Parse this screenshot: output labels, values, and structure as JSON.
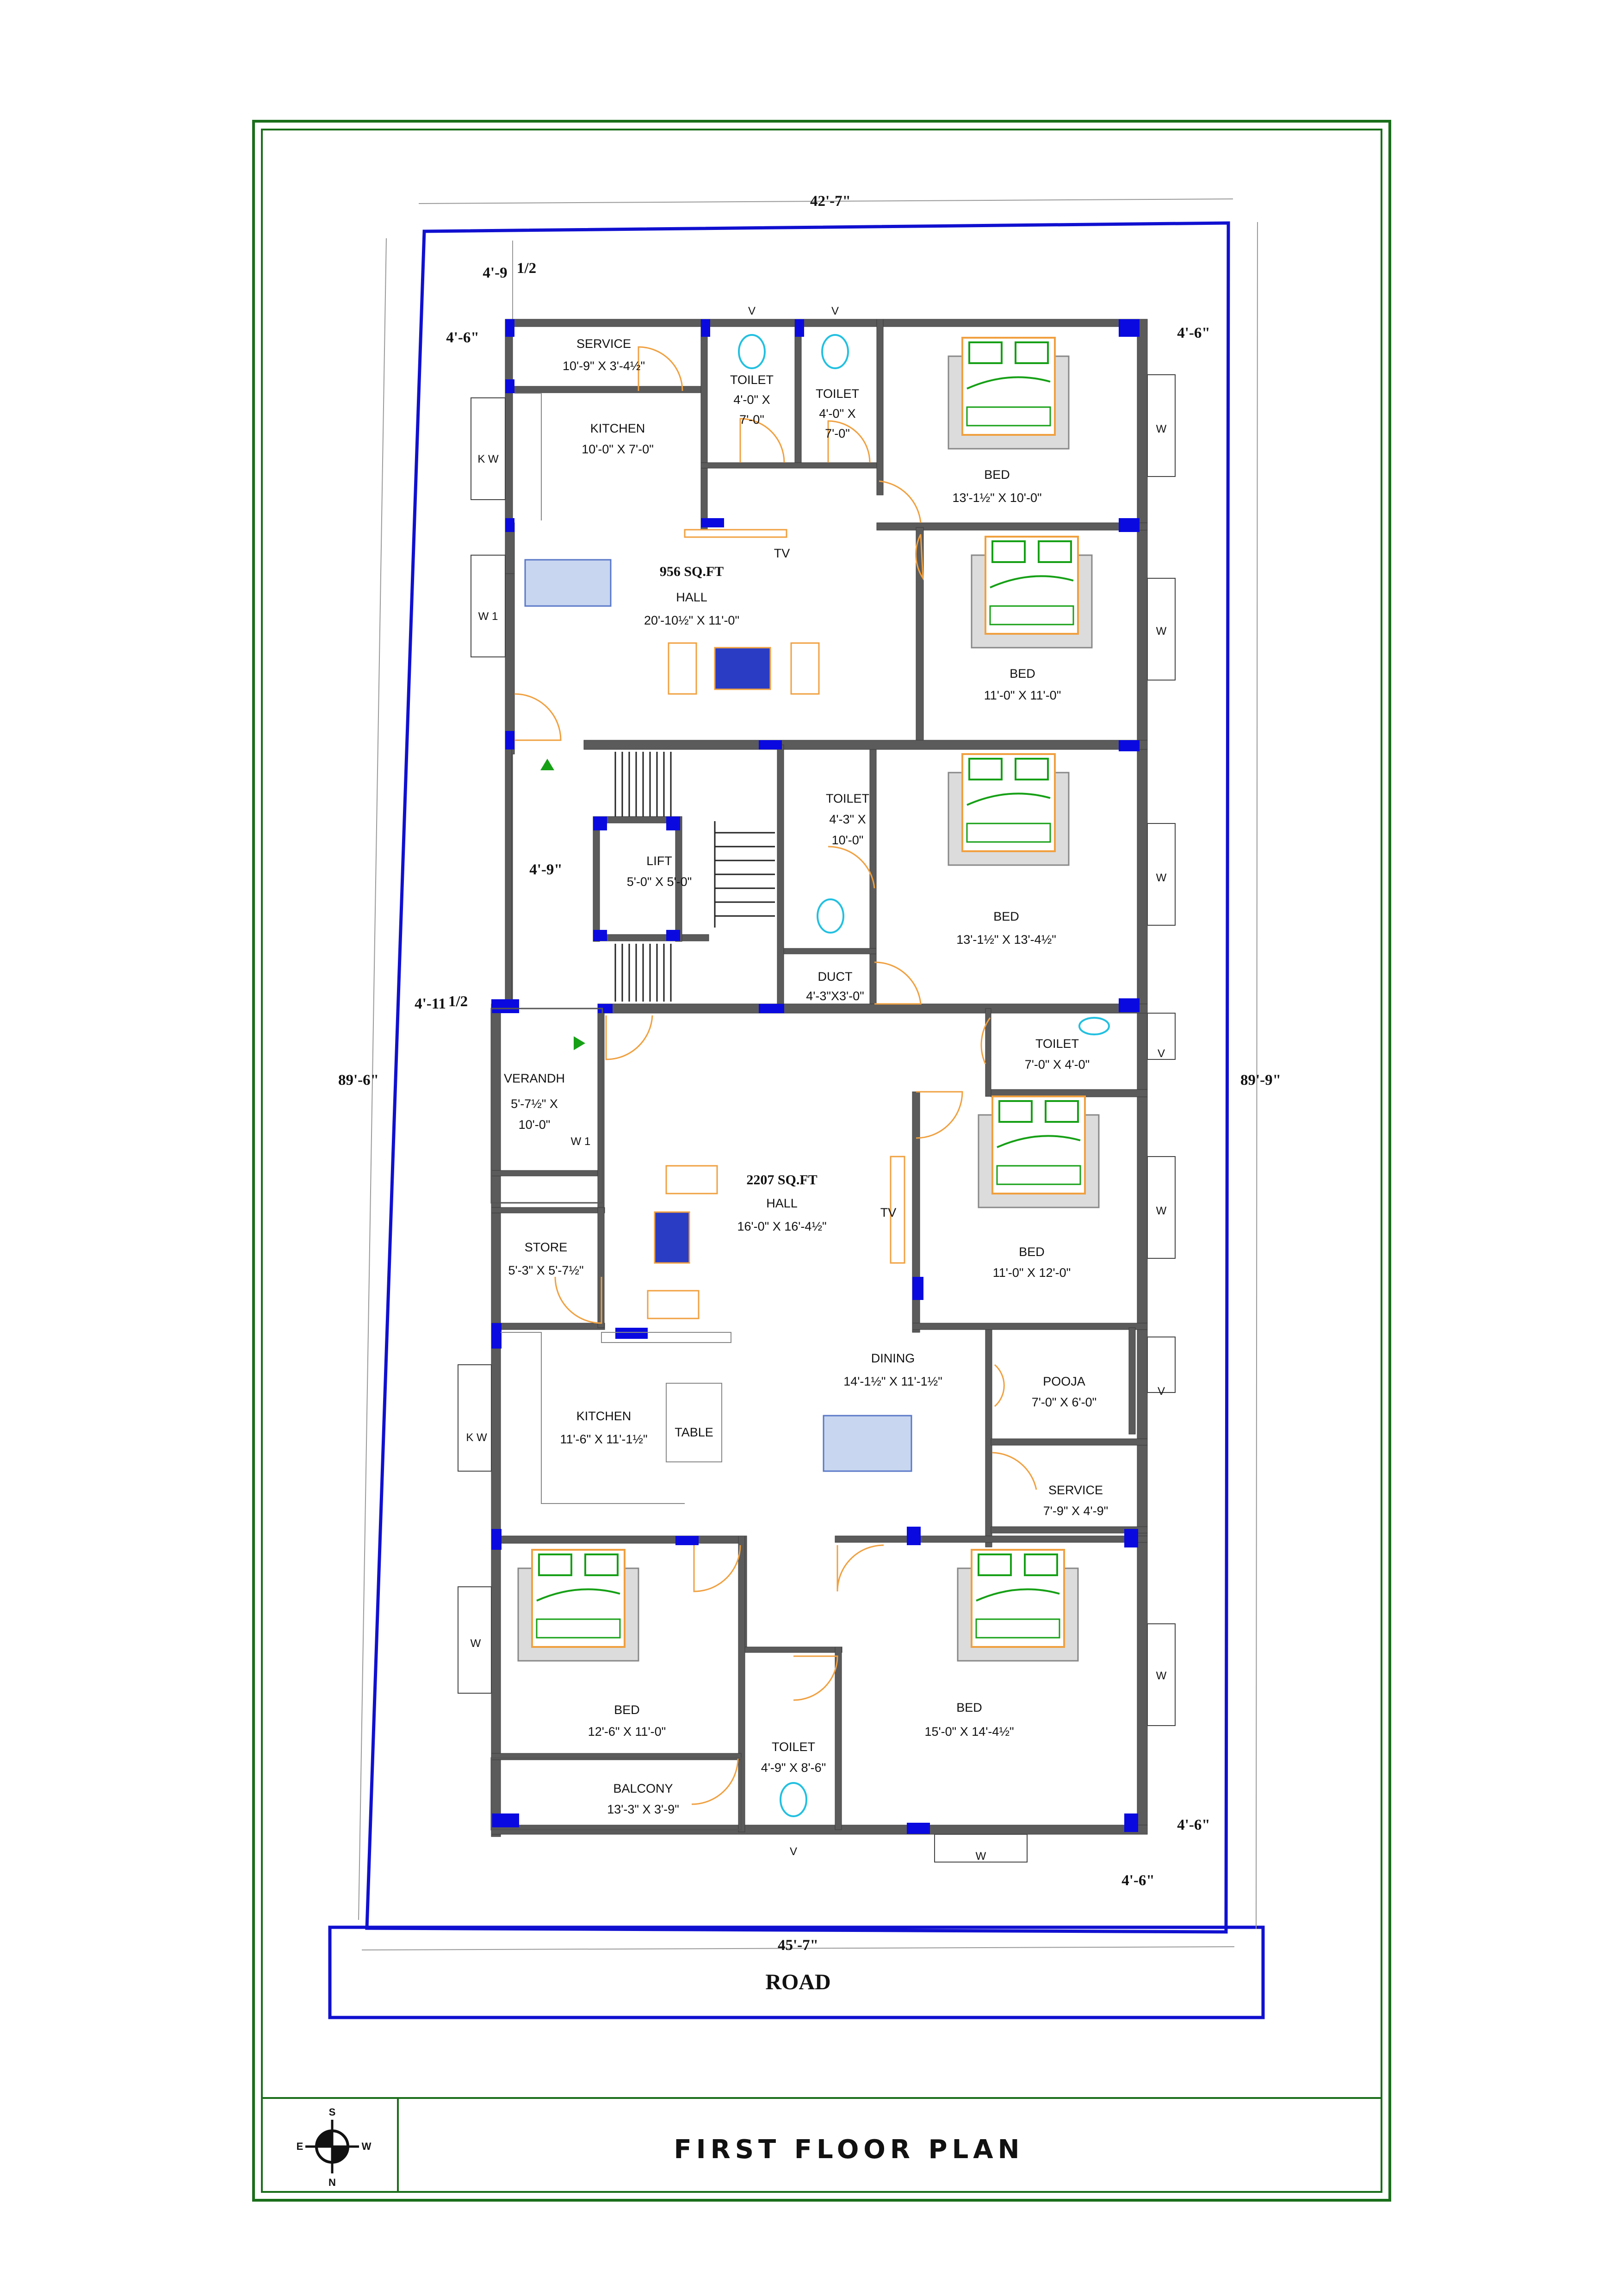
{
  "title": "FIRST FLOOR PLAN",
  "road": "ROAD",
  "compass": {
    "n": "N",
    "s": "S",
    "e": "E",
    "w": "W"
  },
  "dims": {
    "top_width": "42'-7\"",
    "bottom_width": "45'-7\"",
    "left_depth": "89'-6\"",
    "right_depth": "89'-9\"",
    "top_setback": "4'-9",
    "top_setback_frac": "1/2",
    "left_setback_top": "4'-6\"",
    "right_setback_top": "4'-6\"",
    "left_setback_mid": "4'-11",
    "left_setback_mid_frac": "1/2",
    "right_setback_bottom": "4'-6\"",
    "front_setback": "4'-6\"",
    "stair_width": "4'-9\""
  },
  "rooms": {
    "service1": {
      "name": "SERVICE",
      "size": "10'-9\" X 3'-4½\""
    },
    "kitchen1": {
      "name": "KITCHEN",
      "size": "10'-0\" X 7'-0\""
    },
    "toilet1": {
      "name": "TOILET",
      "size1": "4'-0\" X",
      "size2": "7'-0\""
    },
    "toilet2": {
      "name": "TOILET",
      "size1": "4'-0\" X",
      "size2": "7'-0\""
    },
    "bed1": {
      "name": "BED",
      "size": "13'-1½\" X 10'-0\""
    },
    "hall1": {
      "area": "956 SQ.FT",
      "name": "HALL",
      "size": "20'-10½\" X 11'-0\""
    },
    "tv1": "TV",
    "bed2": {
      "name": "BED",
      "size": "11'-0\" X 11'-0\""
    },
    "toilet3": {
      "name": "TOILET",
      "size1": "4'-3\" X",
      "size2": "10'-0\""
    },
    "lift": {
      "name": "LIFT",
      "size": "5'-0\" X 5'-0\""
    },
    "bed3": {
      "name": "BED",
      "size": "13'-1½\" X 13'-4½\""
    },
    "duct": {
      "name": "DUCT",
      "size": "4'-3\"X3'-0\""
    },
    "toilet4": {
      "name": "TOILET",
      "size": "7'-0\" X 4'-0\""
    },
    "verandh": {
      "name": "VERANDH",
      "size1": "5'-7½\" X",
      "size2": "10'-0\""
    },
    "hall2": {
      "area": "2207 SQ.FT",
      "name": "HALL",
      "size": "16'-0\" X 16'-4½\""
    },
    "tv2": "TV",
    "bed4": {
      "name": "BED",
      "size": "11'-0\" X 12'-0\""
    },
    "store": {
      "name": "STORE",
      "size": "5'-3\" X 5'-7½\""
    },
    "dining": {
      "name": "DINING",
      "size": "14'-1½\" X 11'-1½\""
    },
    "pooja": {
      "name": "POOJA",
      "size": "7'-0\" X 6'-0\""
    },
    "kitchen2": {
      "name": "KITCHEN",
      "size": "11'-6\" X 11'-1½\""
    },
    "table": "TABLE",
    "service2": {
      "name": "SERVICE",
      "size": "7'-9\" X 4'-9\""
    },
    "bed5": {
      "name": "BED",
      "size": "12'-6\" X 11'-0\""
    },
    "balcony": {
      "name": "BALCONY",
      "size": "13'-3\" X 3'-9\""
    },
    "toilet5": {
      "name": "TOILET",
      "size": "4'-9\" X 8'-6\""
    },
    "bed6": {
      "name": "BED",
      "size": "15'-0\" X 14'-4½\""
    }
  },
  "openings": {
    "w": "W",
    "w1": "W 1",
    "kw": "K W",
    "v": "V"
  },
  "colors": {
    "frame": "#1a6e1a",
    "plot": "#1010d0",
    "wall": "#555555",
    "column": "#0a0ae0",
    "door": "#f0a040",
    "furniture": "#f0a040",
    "bed_green": "#16a016"
  }
}
